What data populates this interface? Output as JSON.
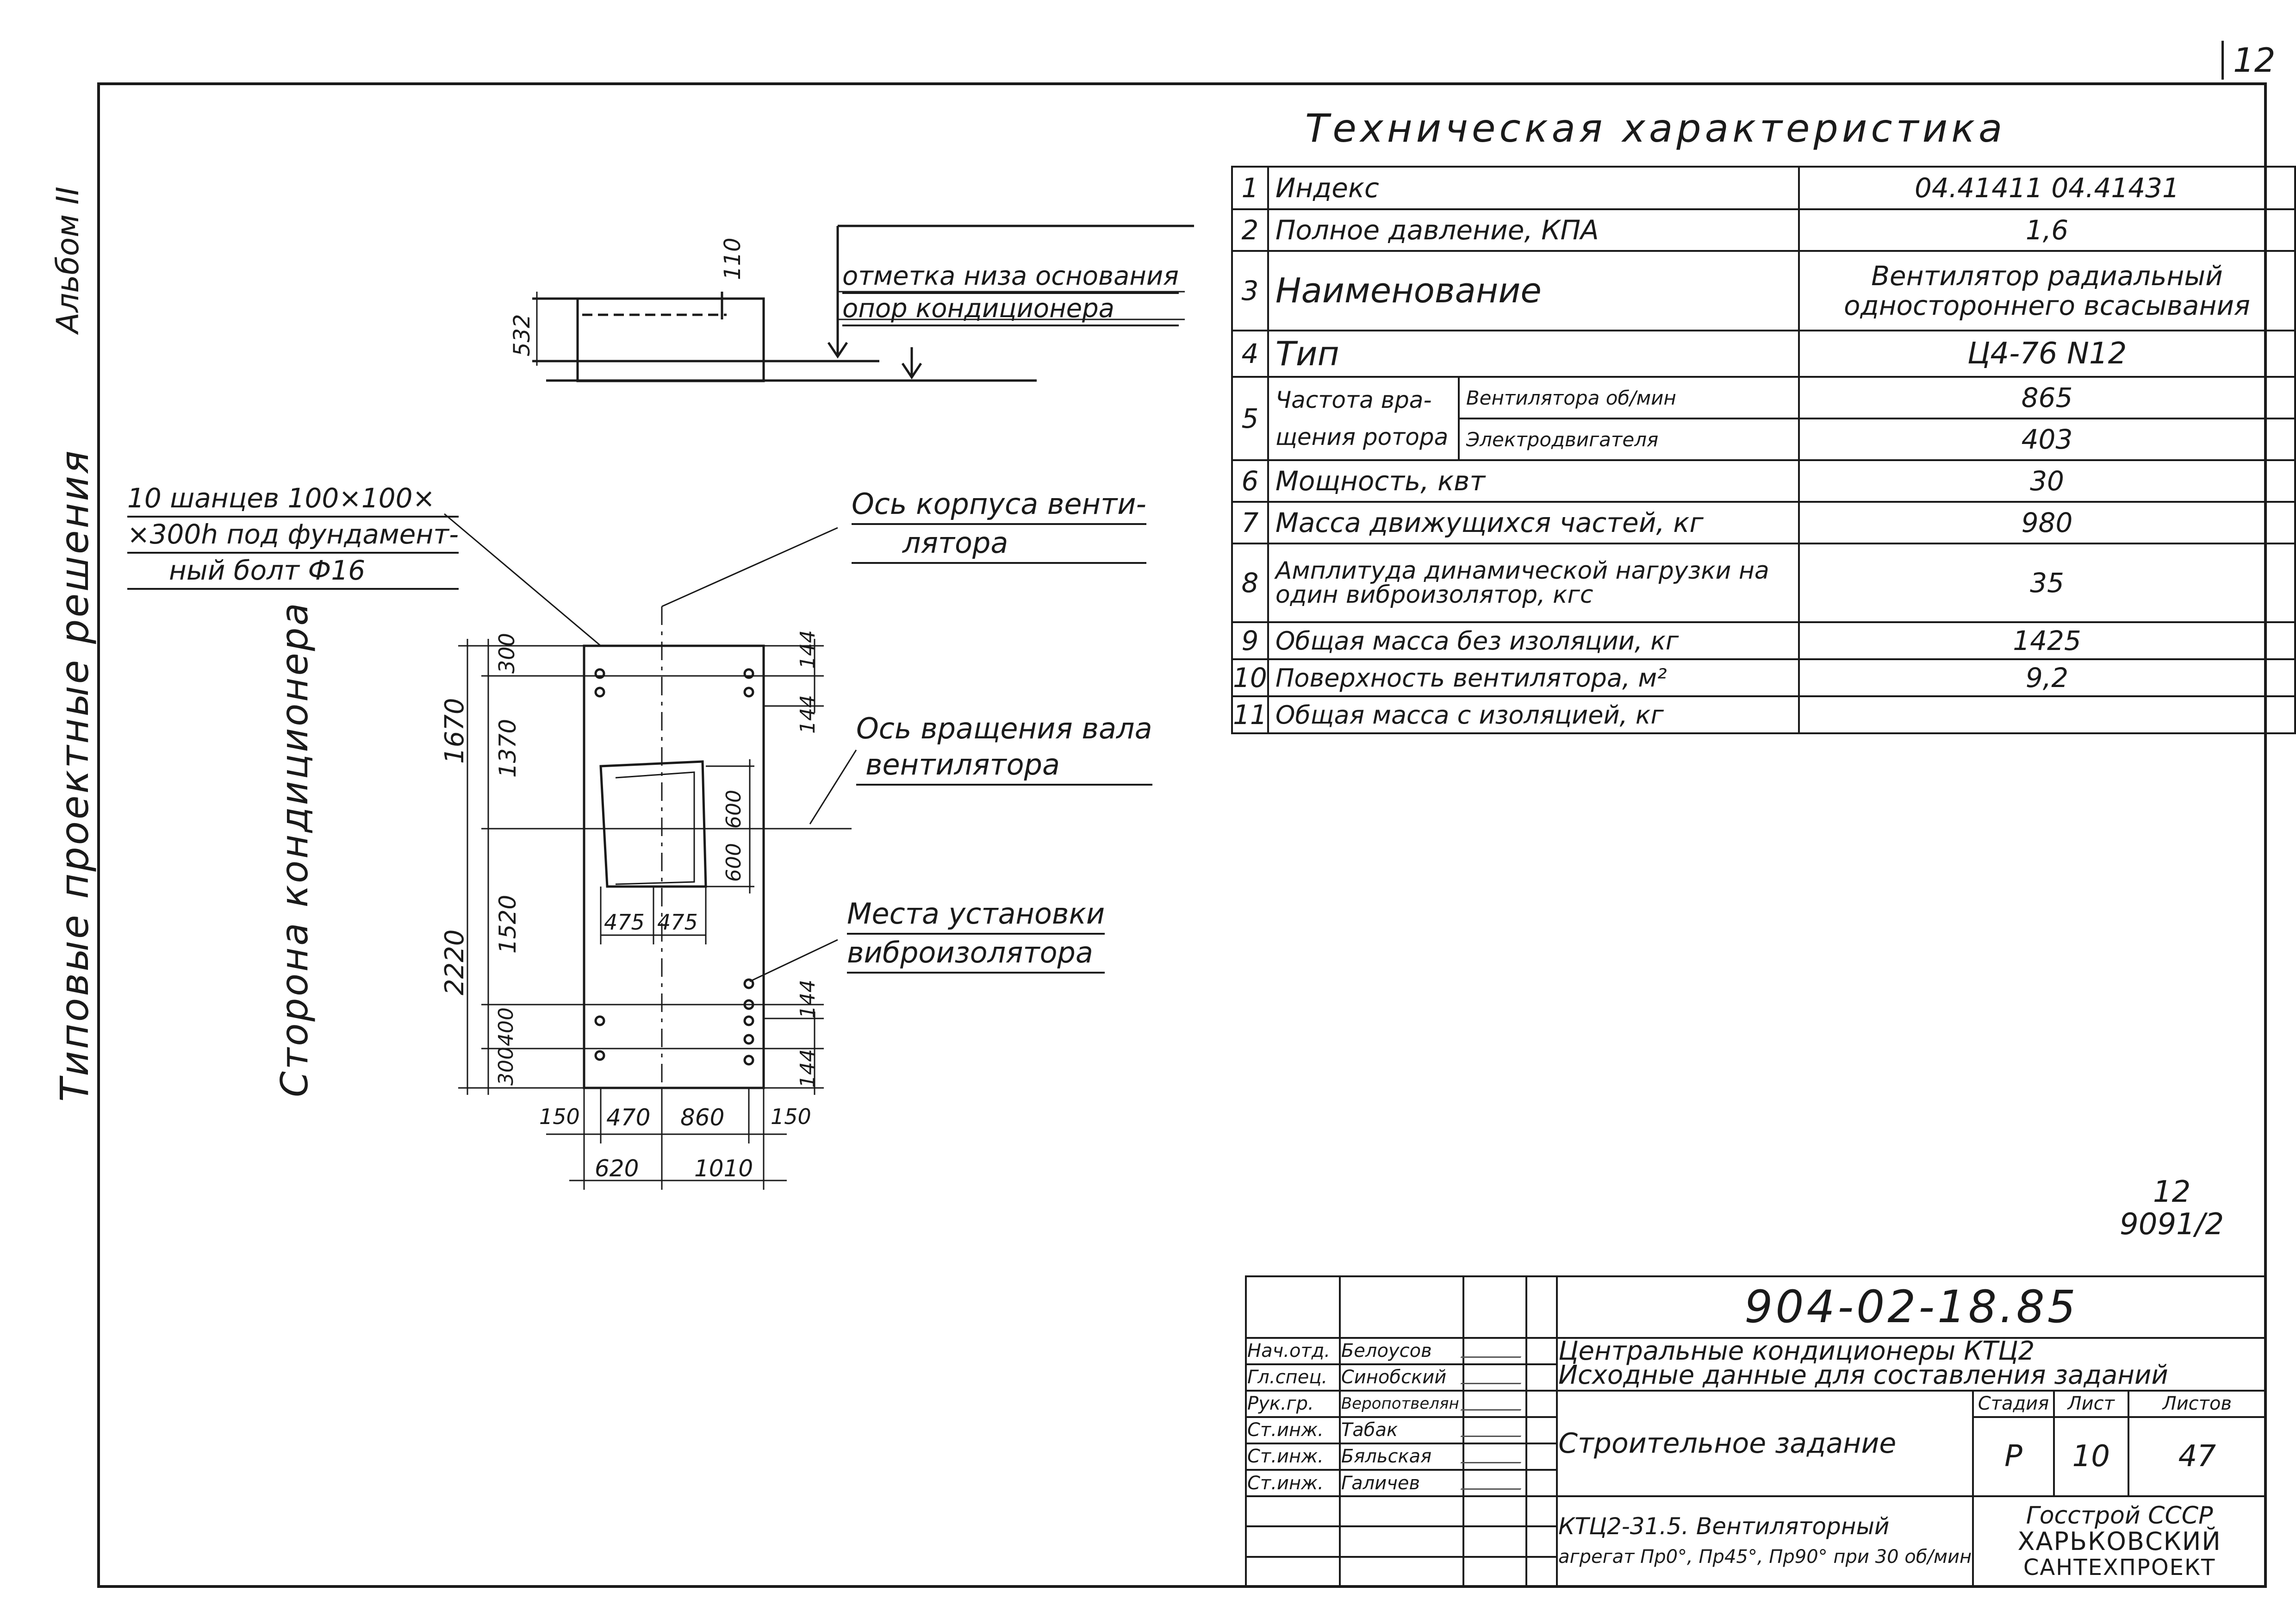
{
  "sheet_corner": "12",
  "album": "Альбом II",
  "series_title": "Типовые проектные решения",
  "side_label": "Сторона кондиционера",
  "spec": {
    "title": "Техническая характеристика",
    "rows": [
      {
        "n": "1",
        "label": "Индекс",
        "value": "04.41411 04.41431"
      },
      {
        "n": "2",
        "label": "Полное давление, КПА",
        "value": "1,6"
      },
      {
        "n": "3",
        "label": "Наименование",
        "value": "Вентилятор радиальный одностороннего всасывания"
      },
      {
        "n": "4",
        "label": "Тип",
        "value": "Ц4-76 N12"
      },
      {
        "n": "5",
        "label": "Частота вра- щения ротора",
        "sub1": "Вентилятора об/мин",
        "sub2": "Электродвигателя",
        "value1": "865",
        "value2": "403"
      },
      {
        "n": "6",
        "label": "Мощность, квт",
        "value": "30"
      },
      {
        "n": "7",
        "label": "Масса движущихся частей, кг",
        "value": "980"
      },
      {
        "n": "8",
        "label": "Амплитуда динамической нагрузки на один виброизолятор, кгс",
        "value": "35"
      },
      {
        "n": "9",
        "label": "Общая масса без изоляции, кг",
        "value": "1425"
      },
      {
        "n": "10",
        "label": "Поверхность вентилятора, м²",
        "value": "9,2"
      },
      {
        "n": "11",
        "label": "Общая масса с изоляцией, кг",
        "value": ""
      }
    ]
  },
  "drawing": {
    "note_elevation": [
      "отметка низа основания",
      "опор кондиционера"
    ],
    "note_holes": [
      "10 шанцев 100×100×",
      "×300h под фундамент-",
      "ный болт Ф16"
    ],
    "note_fan_axis": [
      "Ось корпуса венти-",
      "лятора"
    ],
    "note_shaft_axis": [
      "Ось вращения вала",
      "вентилятора"
    ],
    "note_isolator": [
      "Места установки",
      "виброизолятора"
    ],
    "dims": {
      "d110": "110",
      "d532": "532",
      "d1670": "1670",
      "d2220": "2220",
      "d300a": "300",
      "d1370": "1370",
      "d1520": "1520",
      "d400": "400",
      "d300b": "300",
      "d144a": "144",
      "d144b": "144",
      "d144c": "144",
      "d144d": "144",
      "d600a": "600",
      "d600b": "600",
      "d475a": "475",
      "d475b": "475",
      "d150a": "150",
      "d470": "470",
      "d860": "860",
      "d150b": "150",
      "d620": "620",
      "d1010": "1010"
    }
  },
  "doc_ref": {
    "top": "12",
    "bottom": "9091/2"
  },
  "stamp": {
    "code": "904-02-18.85",
    "title1": "Центральные кондиционеры КТЦ2",
    "title2": "Исходные данные для составления заданий",
    "sheet_name": "Строительное задание",
    "stage_h": "Стадия",
    "sheet_h": "Лист",
    "sheets_h": "Листов",
    "stage": "Р",
    "sheet": "10",
    "sheets": "47",
    "desc1": "КТЦ2-31.5. Вентиляторный",
    "desc2": "агрегат Пр0°, Пр45°, Пр90° при 30 об/мин",
    "org1": "Госстрой СССР",
    "org2": "ХАРЬКОВСКИЙ",
    "org3": "САНТЕХПРОЕКТ",
    "people": [
      {
        "role": "Нач.отд.",
        "name": "Белоусов"
      },
      {
        "role": "Гл.спец.",
        "name": "Синобский"
      },
      {
        "role": "Рук.гр.",
        "name": "Веропотвелян"
      },
      {
        "role": "Ст.инж.",
        "name": "Табак"
      },
      {
        "role": "Ст.инж.",
        "name": "Бяльская"
      },
      {
        "role": "Ст.инж.",
        "name": "Галичев"
      }
    ]
  }
}
